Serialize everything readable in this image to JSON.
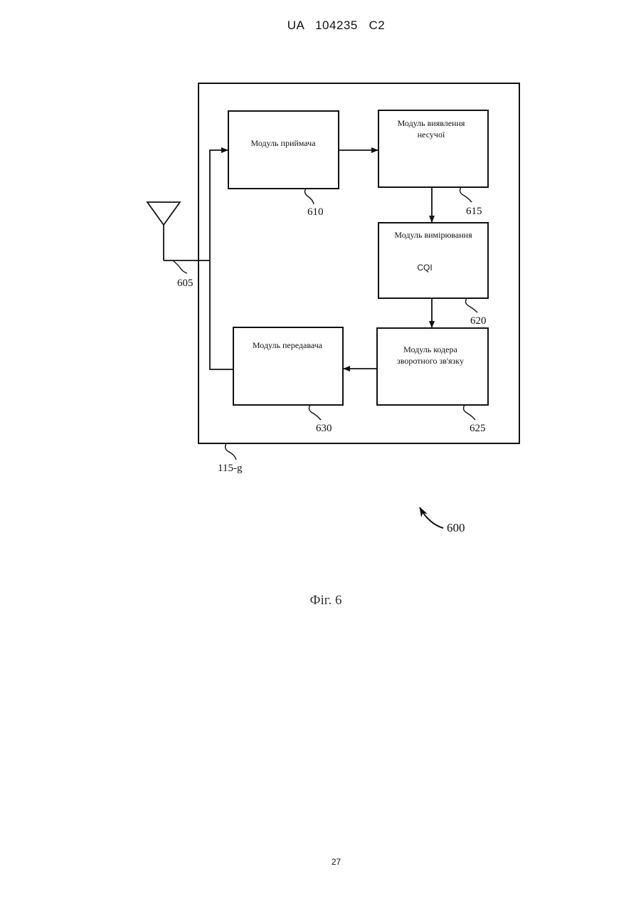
{
  "header": {
    "text": "UA   104235   C2"
  },
  "page_number": "27",
  "figure": {
    "caption": "Фіг. 6",
    "figure_ref": "600",
    "device_ref": "115-g",
    "antenna_ref": "605",
    "modules": {
      "receiver": {
        "lines": [
          "Модуль приймача"
        ],
        "ref": "610"
      },
      "carrier": {
        "lines": [
          "Модуль виявлення",
          "несучої"
        ],
        "ref": "615"
      },
      "cqi": {
        "lines": [
          "Модуль вимірювання",
          "CQI"
        ],
        "ref": "620"
      },
      "feedback": {
        "lines": [
          "Модуль кодера",
          "зворотного зв'язку"
        ],
        "ref": "625"
      },
      "transmitter": {
        "lines": [
          "Модуль передавача"
        ],
        "ref": "630"
      }
    }
  }
}
